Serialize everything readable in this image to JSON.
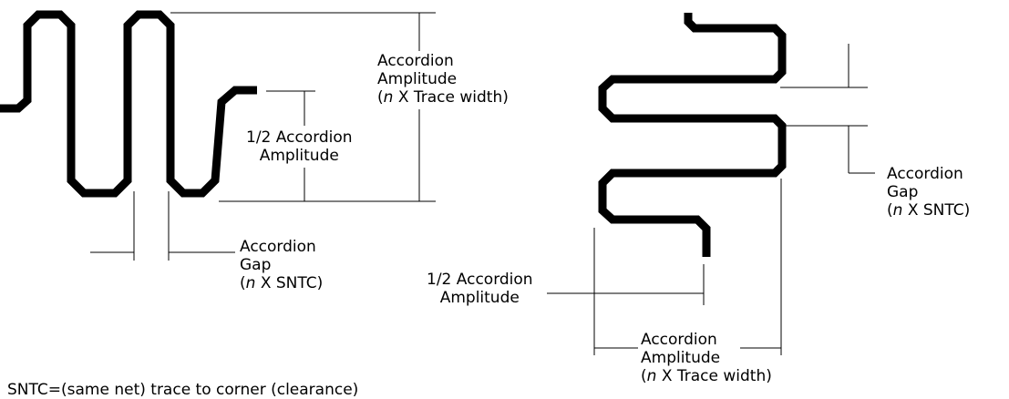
{
  "colors": {
    "trace": "#000000",
    "dimension": "#000000",
    "background": "#ffffff"
  },
  "left_diagram": {
    "amplitude_label": {
      "line1": "Accordion",
      "line2": "Amplitude",
      "line3_n": "n",
      "line3_rest": " X Trace width)",
      "line3_open": "("
    },
    "half_amplitude_label": {
      "line1": "1/2 Accordion",
      "line2": "Amplitude"
    },
    "gap_label": {
      "line1": "Accordion",
      "line2": "Gap",
      "line3_open": "(",
      "line3_n": "n",
      "line3_rest": " X SNTC)"
    }
  },
  "right_diagram": {
    "gap_label": {
      "line1": "Accordion",
      "line2": "Gap",
      "line3_open": "(",
      "line3_n": "n",
      "line3_rest": " X SNTC)"
    },
    "half_amplitude_label": {
      "line1": "1/2 Accordion",
      "line2": "Amplitude"
    },
    "amplitude_label": {
      "line1": "Accordion",
      "line2": "Amplitude",
      "line3_open": "(",
      "line3_n": "n",
      "line3_rest": " X Trace width)"
    }
  },
  "footnote": "SNTC=(same net) trace to corner (clearance)"
}
